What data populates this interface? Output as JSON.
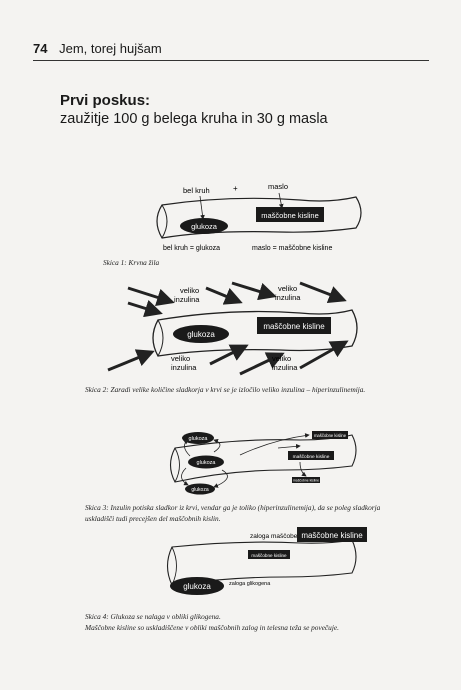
{
  "header": {
    "page_number": "74",
    "running_title": "Jem, torej hujšam"
  },
  "section": {
    "title": "Prvi poskus:",
    "subtitle": "zaužitje 100 g belega kruha in 30 g masla"
  },
  "sketch1": {
    "label_bread": "bel kruh",
    "plus": "+",
    "label_butter": "maslo",
    "glucose": "glukoza",
    "fatty_acids": "maščobne kisline",
    "eq_bread": "bel kruh = glukoza",
    "eq_butter": "maslo = maščobne kisline",
    "caption": "Skica 1: Krvna žila"
  },
  "sketch2": {
    "insulin_top_left": [
      "veliko",
      "inzulina"
    ],
    "insulin_top_right": [
      "veliko",
      "inzulina"
    ],
    "insulin_bottom_left": [
      "veliko",
      "inzulina"
    ],
    "insulin_bottom_right": [
      "veliko",
      "inzulina"
    ],
    "glucose": "glukoza",
    "fatty_acids": "maščobne kisline",
    "caption": "Skica 2: Zaradi velike količine sladkorja v krvi se je izločilo veliko inzulina – hiperinzulinemija."
  },
  "sketch3": {
    "glucose_top": "glukoza",
    "glucose_mid": "glukoza",
    "glucose_bottom": "glukoza",
    "fatty_top": "maščobne kisline",
    "fatty_mid": "maščobne kisline",
    "fatty_small": "maščobne kisline",
    "caption_line1": "Skica 3: Inzulin potiska sladkor iz krvi, vendar ga je toliko (hiperinzulinemija), da se poleg sladkorja",
    "caption_line2": "uskladišči tudi precejšen del maščobnih kislin."
  },
  "sketch4": {
    "fat_storage": "zaloga maščobe",
    "fatty_big": "maščobne kisline",
    "fatty_small": "maščobne kisline",
    "glucose": "glukoza",
    "glycogen_storage": "zaloga glikogena",
    "caption_line1": "Skica 4: Glukoza se nalaga v obliki glikogena.",
    "caption_line2": "Maščobne kisline so uskladiščene v obliki maščobnih zalog  in telesna teža se povečuje."
  }
}
